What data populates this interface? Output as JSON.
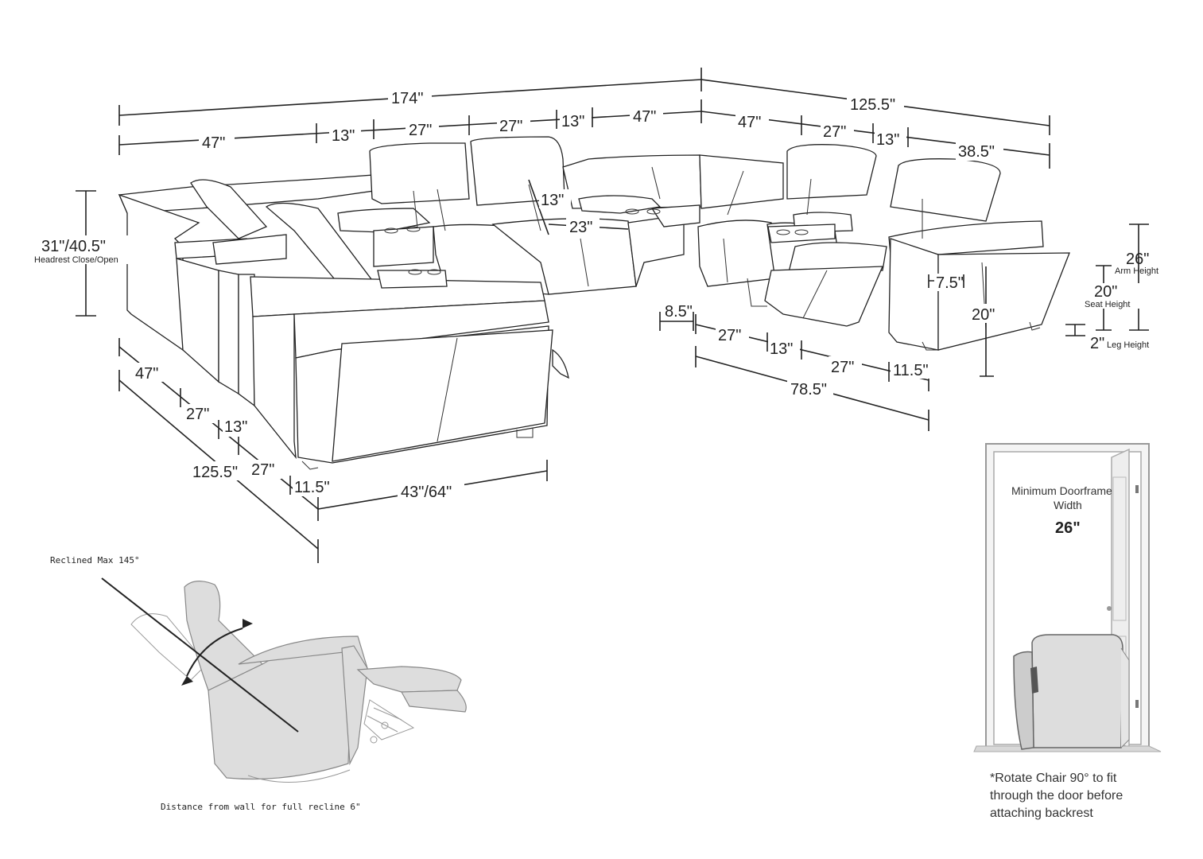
{
  "top_dims": {
    "overall_width": "174\"",
    "overall_right": "125.5\"",
    "segments_left": [
      "47\"",
      "13\"",
      "27\"",
      "27\"",
      "13\"",
      "47\""
    ],
    "segments_right": [
      "47\"",
      "27\"",
      "13\"",
      "38.5\""
    ]
  },
  "height_dims": {
    "headrest": "31\"/40.5\"",
    "headrest_caption": "Headrest Close/Open",
    "arm": "26\"",
    "arm_caption": "Arm Height",
    "seat": "20\"",
    "seat_caption": "Seat Height",
    "leg": "2\"",
    "leg_caption": "Leg Height"
  },
  "inner_dims": {
    "headrest_open": "13\"",
    "corner": "23\"",
    "arm_width": "7.5\"",
    "seat_depth": "20\""
  },
  "right_bottom_dims": {
    "offset": "8.5\"",
    "segments": [
      "27\"",
      "13\"",
      "27\"",
      "11.5\""
    ],
    "total": "78.5\""
  },
  "left_side_dims": {
    "segments": [
      "47\"",
      "27\"",
      "13\"",
      "27\"",
      "11.5\""
    ],
    "total": "125.5\"",
    "depth": "43\"/64\""
  },
  "recline": {
    "label": "Reclined Max 145°",
    "wall_note": "Distance from wall for full recline 6\""
  },
  "doorframe": {
    "title_line1": "Minimum Doorframe",
    "title_line2": "Width",
    "width": "26\"",
    "note_line1": "*Rotate Chair 90° to fit",
    "note_line2": "through the door before",
    "note_line3": "attaching backrest"
  }
}
